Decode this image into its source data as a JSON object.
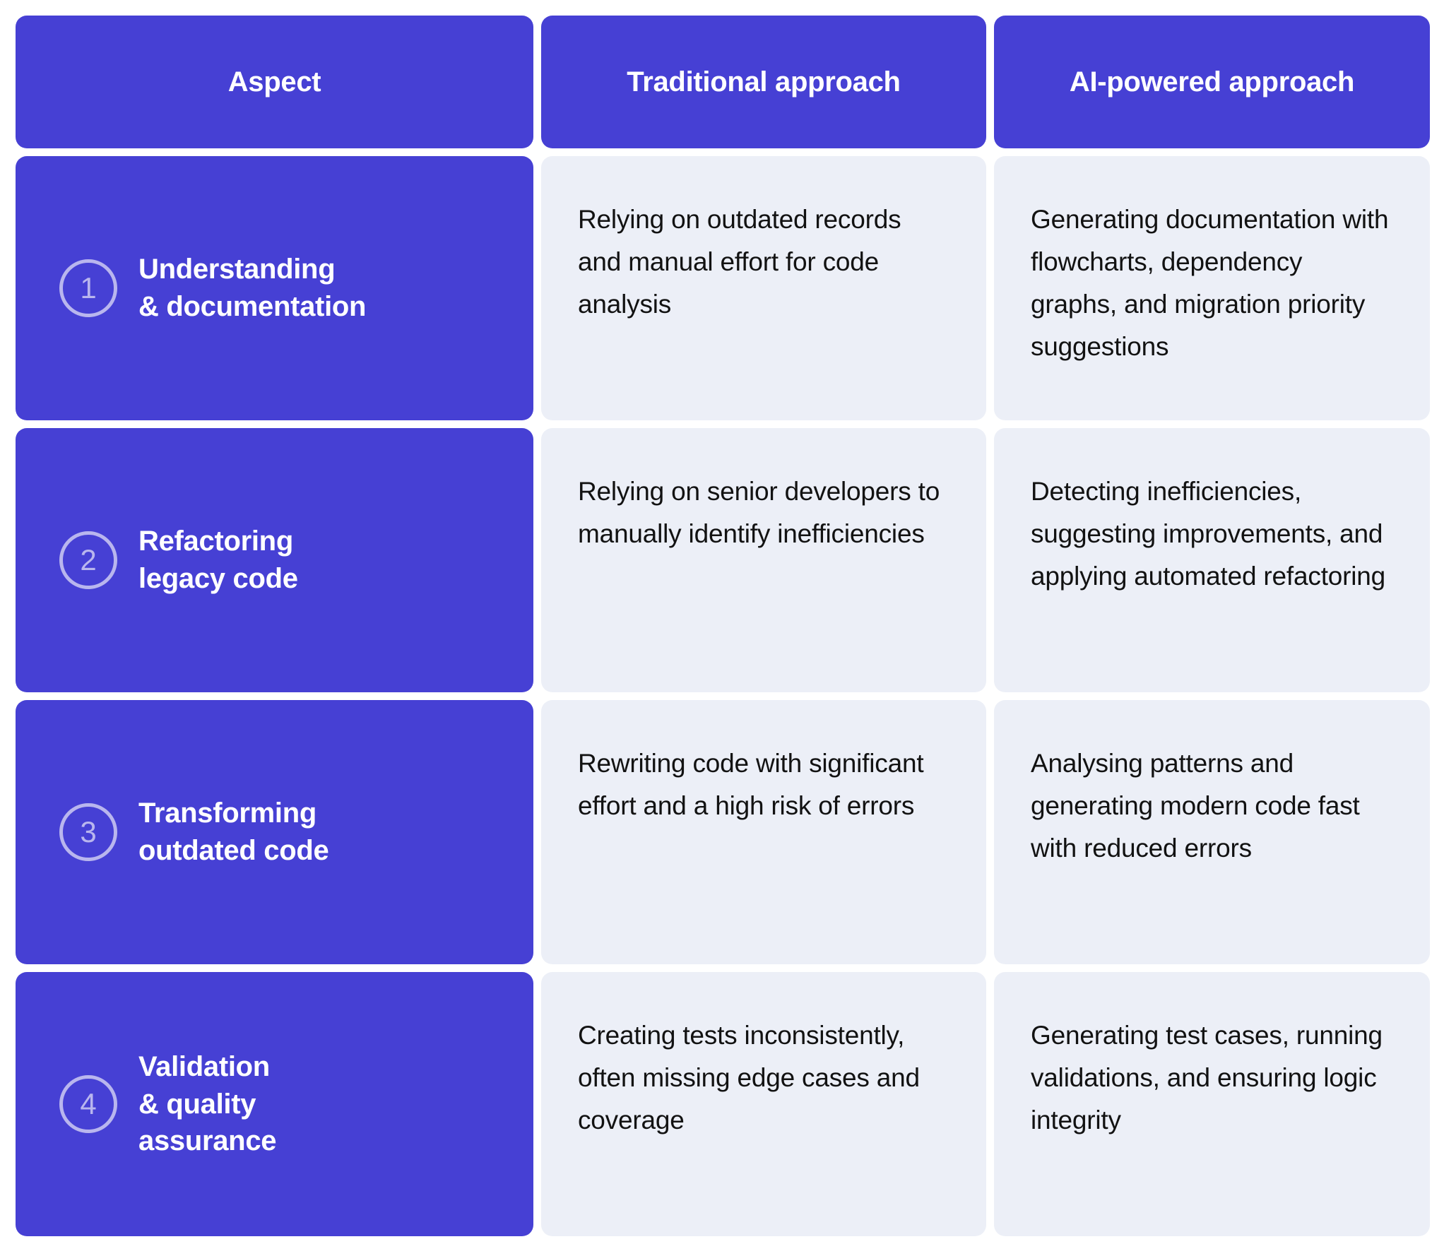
{
  "theme": {
    "accent": "#4640d4",
    "cell_bg": "#eceff7",
    "badge_color": "#b9b6ee",
    "header_text": "#ffffff",
    "body_text": "#121212"
  },
  "header": {
    "aspect": "Aspect",
    "traditional": "Traditional approach",
    "ai": "AI-powered approach"
  },
  "rows": [
    {
      "number": "1",
      "aspect": "Understanding\n& documentation",
      "traditional": "Relying on outdated records and manual effort for code analysis",
      "ai": "Generating documentation with flowcharts, dependency graphs, and migration priority suggestions"
    },
    {
      "number": "2",
      "aspect": "Refactoring\nlegacy code",
      "traditional": "Relying on senior developers to manually identify inefficiencies",
      "ai": "Detecting inefficiencies, suggesting improvements, and applying automated refactoring"
    },
    {
      "number": "3",
      "aspect": "Transforming\noutdated code",
      "traditional": "Rewriting code with significant effort and a high risk of errors",
      "ai": "Analysing patterns and generating modern code fast with reduced errors"
    },
    {
      "number": "4",
      "aspect": "Validation\n& quality\nassurance",
      "traditional": "Creating tests inconsistently, often missing edge cases and coverage",
      "ai": "Generating test cases, running validations, and ensuring logic integrity"
    }
  ]
}
